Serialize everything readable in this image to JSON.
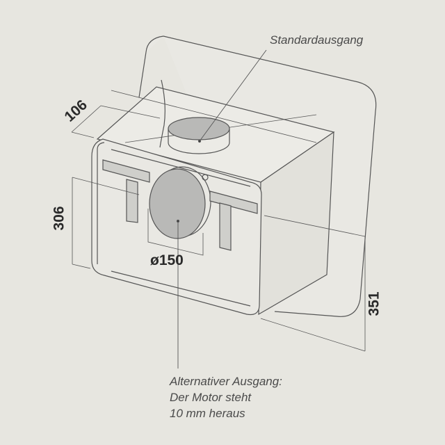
{
  "labels": {
    "standard_outlet": "Standardausgang",
    "alt_outlet_lines": [
      "Alternativer Ausgang:",
      "Der Motor steht",
      "10 mm heraus"
    ]
  },
  "dimensions": {
    "depth": "106",
    "height_front": "306",
    "diameter": "ø150",
    "height_total": "351"
  },
  "colors": {
    "background": "#e7e6e0",
    "line": "#555555",
    "outlet_fill": "#b9b9b7"
  }
}
